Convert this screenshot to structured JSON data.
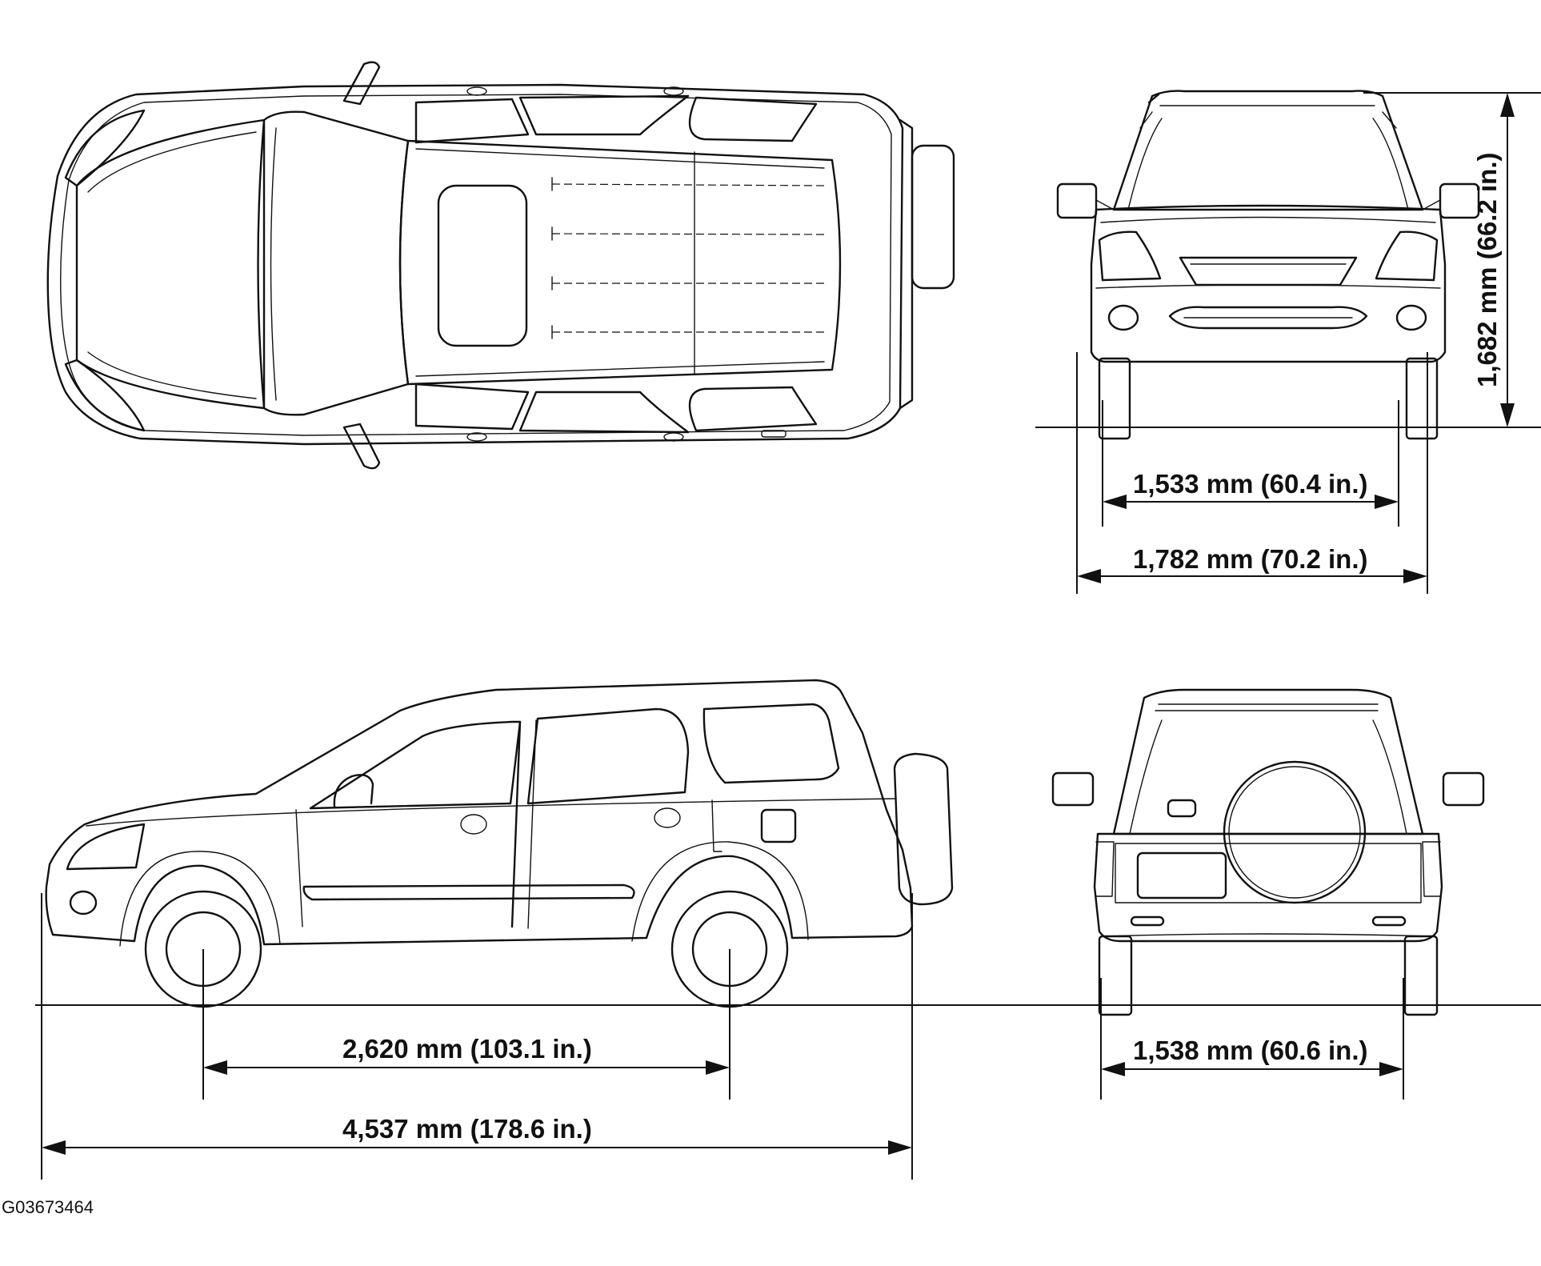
{
  "figure_id": "G03673464",
  "dimensions": {
    "front_tread": "1,533 mm (60.4 in.)",
    "overall_width": "1,782 mm (70.2 in.)",
    "overall_height": "1,682 mm (66.2 in.)",
    "wheelbase": "2,620 mm (103.1 in.)",
    "overall_length": "4,537 mm (178.6 in.)",
    "rear_tread": "1,538 mm (60.6 in.)"
  }
}
